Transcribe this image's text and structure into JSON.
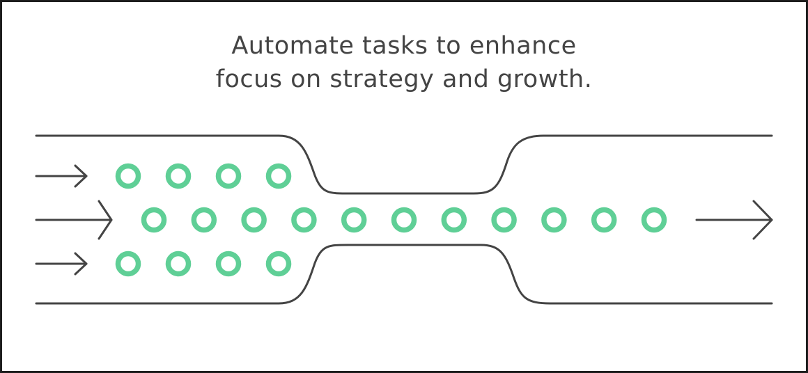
{
  "headline": {
    "line1": "Automate tasks to enhance",
    "line2": "focus on strategy and growth."
  },
  "colors": {
    "stroke": "#444444",
    "dot": "#5fcf96",
    "frame": "#1e1e1e",
    "background": "#ffffff"
  },
  "diagram": {
    "type": "funnel-flow",
    "input_arrow_count": 3,
    "output_arrow_count": 1,
    "dot_rows": [
      {
        "name": "top-row",
        "count": 4
      },
      {
        "name": "middle-row",
        "count": 11
      },
      {
        "name": "bottom-row",
        "count": 4
      }
    ]
  }
}
